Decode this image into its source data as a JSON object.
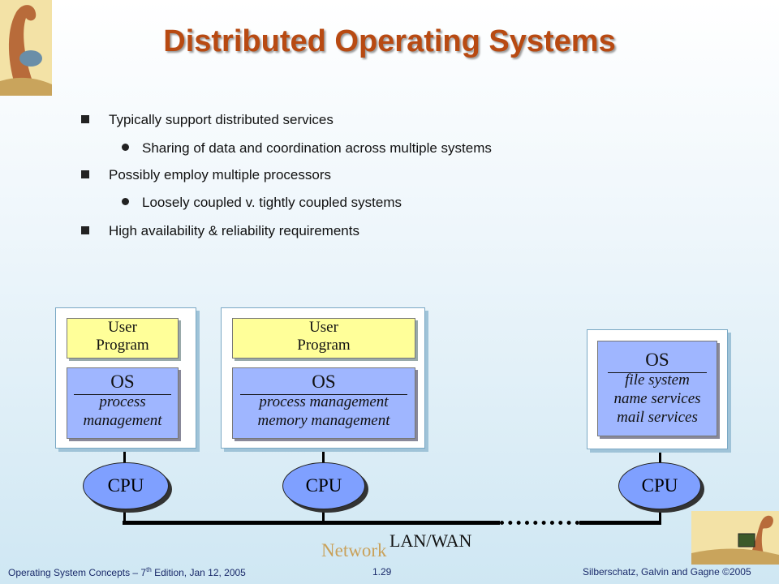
{
  "slide": {
    "title": "Distributed Operating Systems",
    "bullets": [
      {
        "level": 1,
        "text": "Typically support distributed services"
      },
      {
        "level": 2,
        "text": "Sharing of data and coordination across multiple systems"
      },
      {
        "level": 1,
        "text": "Possibly employ multiple processors"
      },
      {
        "level": 2,
        "text": "Loosely coupled v. tightly coupled systems"
      },
      {
        "level": 1,
        "text": "High availability & reliability requirements"
      }
    ]
  },
  "diagram": {
    "node1": {
      "user": [
        "User",
        "Program"
      ],
      "os": "OS",
      "services": [
        "process",
        "management"
      ],
      "cpu": "CPU"
    },
    "node2": {
      "user": [
        "User",
        "Program"
      ],
      "os": "OS",
      "services": [
        "process management",
        "memory management"
      ],
      "cpu": "CPU"
    },
    "node3": {
      "os": "OS",
      "services": [
        "file system",
        "name services",
        "mail services"
      ],
      "cpu": "CPU"
    },
    "network_label": "Network",
    "lan_label": "LAN/WAN"
  },
  "footer": {
    "left": "Operating System Concepts – 7",
    "left_sup": "th",
    "left_rest": " Edition, Jan 12, 2005",
    "center": "1.29",
    "right": "Silberschatz, Galvin and Gagne ©2005"
  },
  "colors": {
    "title": "#b84a12",
    "user_box": "#ffff99",
    "os_box": "#9fb6ff",
    "cpu": "#7fa0ff"
  }
}
